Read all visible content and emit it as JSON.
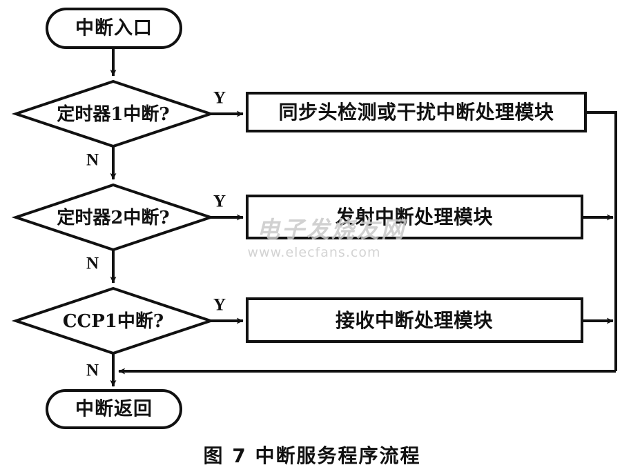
{
  "figure": {
    "caption": "图 7    中断服务程序流程",
    "stroke_color": "#111111",
    "background_color": "#ffffff"
  },
  "nodes": {
    "start": {
      "label": "中断入口",
      "shape": "terminator"
    },
    "end": {
      "label": "中断返回",
      "shape": "terminator"
    },
    "decisions": [
      {
        "label": "定时器1中断?",
        "yes": "Y",
        "no": "N"
      },
      {
        "label": "定时器2中断?",
        "yes": "Y",
        "no": "N"
      },
      {
        "label": "CCP1中断?",
        "yes": "Y",
        "no": "N"
      }
    ],
    "processes": [
      {
        "label": "同步头检测或干扰中断处理模块"
      },
      {
        "label": "发射中断处理模块"
      },
      {
        "label": "接收中断处理模块"
      }
    ]
  },
  "watermark": {
    "chinese": "电子发烧友网",
    "url": "www.elecfans.com"
  }
}
